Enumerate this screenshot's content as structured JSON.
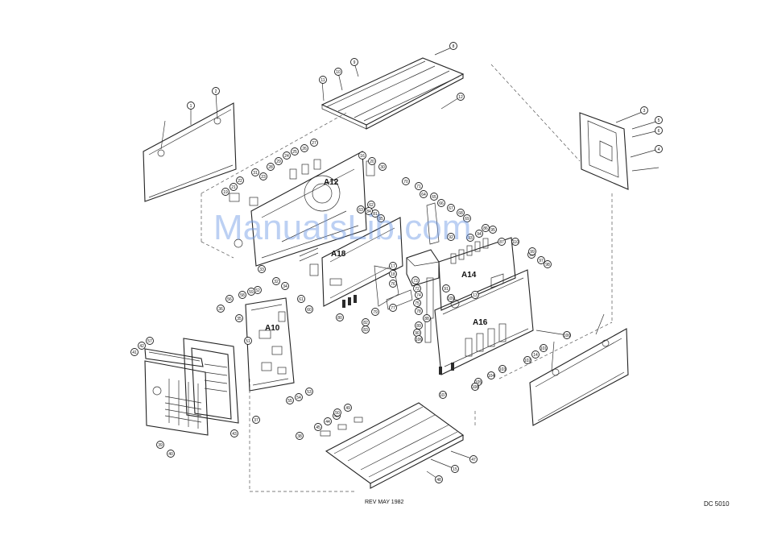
{
  "labels": {
    "revision": "REV MAY 1982",
    "drawing_number": "DC 5010",
    "watermark": "ManualsLib.com"
  },
  "boards": [
    "A12",
    "A18",
    "A14",
    "A16",
    "A10"
  ],
  "callouts": [
    {
      "id": "c-1",
      "text": "1"
    },
    {
      "id": "c-2",
      "text": "2"
    },
    {
      "id": "c-3",
      "text": "3"
    },
    {
      "id": "c-4",
      "text": "4"
    },
    {
      "id": "c-5",
      "text": "5"
    },
    {
      "id": "c-6",
      "text": "6"
    },
    {
      "id": "c-8",
      "text": "8"
    },
    {
      "id": "c-9",
      "text": "9"
    },
    {
      "id": "c-10",
      "text": "10"
    },
    {
      "id": "c-11",
      "text": "11"
    },
    {
      "id": "c-12",
      "text": "12"
    },
    {
      "id": "c-13",
      "text": "13"
    },
    {
      "id": "c-14",
      "text": "14"
    },
    {
      "id": "c-15",
      "text": "15"
    },
    {
      "id": "c-16",
      "text": "16"
    },
    {
      "id": "c-17",
      "text": "17"
    },
    {
      "id": "c-18",
      "text": "18"
    },
    {
      "id": "c-19",
      "text": "19"
    },
    {
      "id": "c-20",
      "text": "20"
    },
    {
      "id": "c-21",
      "text": "21"
    },
    {
      "id": "c-22",
      "text": "22"
    },
    {
      "id": "c-23",
      "text": "23"
    },
    {
      "id": "c-24",
      "text": "24"
    },
    {
      "id": "c-25",
      "text": "25"
    },
    {
      "id": "c-26",
      "text": "26"
    },
    {
      "id": "c-27",
      "text": "27"
    },
    {
      "id": "c-28",
      "text": "28"
    },
    {
      "id": "c-29",
      "text": "29"
    },
    {
      "id": "c-30",
      "text": "30"
    },
    {
      "id": "c-31",
      "text": "31"
    },
    {
      "id": "c-32",
      "text": "32"
    },
    {
      "id": "c-33",
      "text": "33"
    },
    {
      "id": "c-34",
      "text": "34"
    },
    {
      "id": "c-35",
      "text": "35"
    },
    {
      "id": "c-36",
      "text": "36"
    },
    {
      "id": "c-37",
      "text": "37"
    },
    {
      "id": "c-38",
      "text": "38"
    },
    {
      "id": "c-39",
      "text": "39"
    },
    {
      "id": "c-40",
      "text": "40"
    },
    {
      "id": "c-41",
      "text": "41"
    },
    {
      "id": "c-42",
      "text": "42"
    },
    {
      "id": "c-43",
      "text": "43"
    },
    {
      "id": "c-44",
      "text": "44"
    },
    {
      "id": "c-45",
      "text": "45"
    },
    {
      "id": "c-46",
      "text": "46"
    },
    {
      "id": "c-47",
      "text": "47"
    },
    {
      "id": "c-48",
      "text": "48"
    },
    {
      "id": "c-49",
      "text": "49"
    },
    {
      "id": "c-50",
      "text": "50"
    },
    {
      "id": "c-51",
      "text": "51"
    },
    {
      "id": "c-52",
      "text": "52"
    },
    {
      "id": "c-53",
      "text": "53"
    },
    {
      "id": "c-54",
      "text": "54"
    },
    {
      "id": "c-55",
      "text": "55"
    },
    {
      "id": "c-56",
      "text": "56"
    },
    {
      "id": "c-57",
      "text": "57"
    },
    {
      "id": "c-58",
      "text": "58"
    },
    {
      "id": "c-59",
      "text": "59"
    },
    {
      "id": "c-60",
      "text": "60"
    },
    {
      "id": "c-61",
      "text": "61"
    },
    {
      "id": "c-62",
      "text": "62"
    },
    {
      "id": "c-63",
      "text": "63"
    },
    {
      "id": "c-64",
      "text": "64"
    },
    {
      "id": "c-65",
      "text": "65"
    },
    {
      "id": "c-66",
      "text": "66"
    },
    {
      "id": "c-67",
      "text": "67"
    },
    {
      "id": "c-68",
      "text": "68"
    },
    {
      "id": "c-69",
      "text": "69"
    },
    {
      "id": "c-70",
      "text": "70"
    },
    {
      "id": "c-71",
      "text": "71"
    },
    {
      "id": "c-72",
      "text": "72"
    },
    {
      "id": "c-73",
      "text": "73"
    },
    {
      "id": "c-74",
      "text": "74"
    },
    {
      "id": "c-75",
      "text": "75"
    },
    {
      "id": "c-76",
      "text": "76"
    },
    {
      "id": "c-77",
      "text": "77"
    },
    {
      "id": "c-78",
      "text": "78"
    },
    {
      "id": "c-79",
      "text": "79"
    },
    {
      "id": "c-80",
      "text": "80"
    },
    {
      "id": "c-81",
      "text": "81"
    },
    {
      "id": "c-82",
      "text": "82"
    },
    {
      "id": "c-83",
      "text": "83"
    },
    {
      "id": "c-84",
      "text": "84"
    },
    {
      "id": "c-85",
      "text": "85"
    },
    {
      "id": "c-86",
      "text": "86"
    },
    {
      "id": "c-87",
      "text": "87"
    },
    {
      "id": "c-88",
      "text": "88"
    },
    {
      "id": "c-89",
      "text": "89"
    },
    {
      "id": "c-90",
      "text": "90"
    },
    {
      "id": "c-91",
      "text": "91"
    },
    {
      "id": "c-92",
      "text": "92"
    },
    {
      "id": "c-93",
      "text": "93"
    },
    {
      "id": "c-94",
      "text": "94"
    },
    {
      "id": "c-95",
      "text": "95"
    },
    {
      "id": "c-96",
      "text": "96"
    },
    {
      "id": "c-97",
      "text": "97"
    },
    {
      "id": "c-98",
      "text": "98"
    },
    {
      "id": "c-99",
      "text": "99"
    },
    {
      "id": "c-100",
      "text": "100"
    },
    {
      "id": "c-101",
      "text": "101"
    },
    {
      "id": "c-102",
      "text": "102"
    },
    {
      "id": "c-103",
      "text": "103"
    },
    {
      "id": "c-104",
      "text": "104"
    },
    {
      "id": "c-105",
      "text": "105"
    },
    {
      "id": "c-106",
      "text": "106"
    },
    {
      "id": "c-107",
      "text": "107"
    },
    {
      "id": "c-108",
      "text": "108"
    },
    {
      "id": "c-109",
      "text": "109"
    },
    {
      "id": "c-110",
      "text": "110"
    }
  ]
}
